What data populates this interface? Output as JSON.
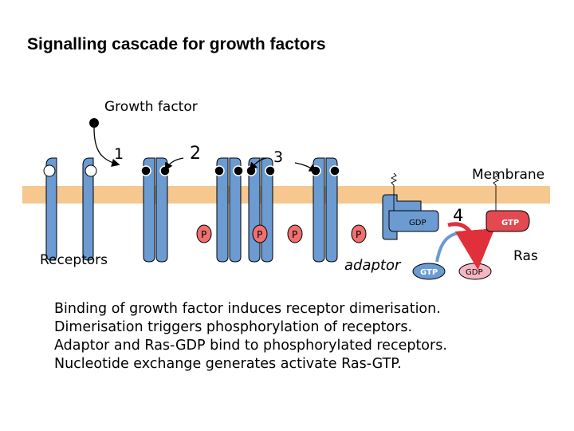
{
  "title": "Signalling cascade for growth factors",
  "labels": {
    "growth_factor": "Growth factor",
    "step1": "1",
    "step2": "2",
    "step3": "3",
    "step4": "4",
    "membrane": "Membrane",
    "receptors": "Receptors",
    "adaptor": "adaptor",
    "ras": "Ras",
    "phospho": "P",
    "gdp": "GDP",
    "gtp": "GTP"
  },
  "caption_lines": [
    "Binding of growth factor induces receptor dimerisation.",
    "Dimerisation triggers phosphorylation of receptors.",
    "Adaptor and Ras-GDP bind to phosphorylated receptors.",
    "Nucleotide exchange generates activate Ras-GTP."
  ],
  "colors": {
    "receptor": "#6b9bd1",
    "membrane": "#f6c88f",
    "ligand": "#000000",
    "phospho": "#f07070",
    "ras_gdp": "#6b9bd1",
    "ras_gtp_active": "#e24a50",
    "gtp_shape": "#6b9bd1",
    "gdp_shape_pink": "#f4b6c2",
    "arrow_red": "#e0303a"
  }
}
